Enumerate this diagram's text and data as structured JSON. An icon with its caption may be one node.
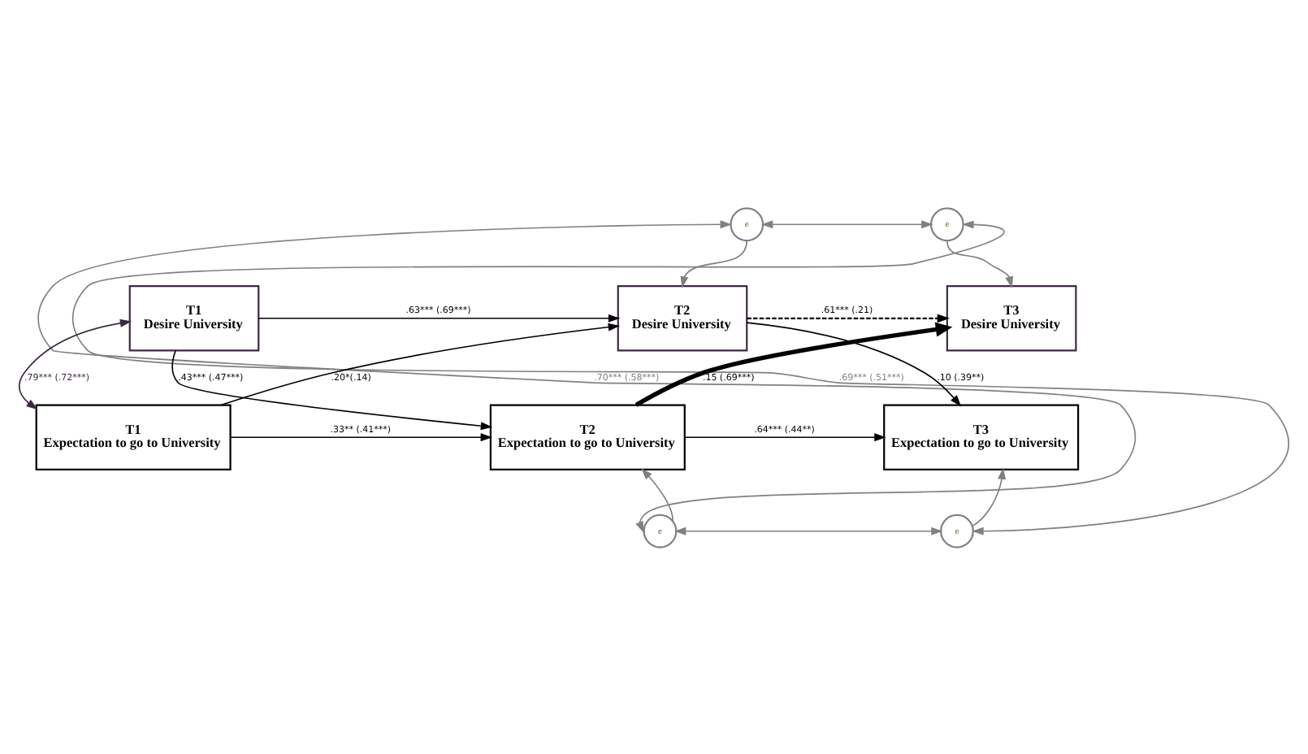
{
  "diagram": {
    "nodes": [
      {
        "text": [
          "e"
        ]
      },
      {
        "text": [
          "e"
        ]
      },
      {
        "text": [
          "T1",
          "Desire University"
        ]
      },
      {
        "text": [
          "T2",
          "Desire University"
        ]
      },
      {
        "text": [
          "T3",
          "Desire University"
        ]
      },
      {
        "text": [
          "T1",
          "Expectation to go to University"
        ]
      },
      {
        "text": [
          "T2",
          "Expectation to go to University"
        ]
      },
      {
        "text": [
          "T3",
          "Expectation to go to University"
        ]
      },
      {
        "text": [
          "e"
        ]
      },
      {
        "text": [
          "e"
        ]
      }
    ],
    "edges": [
      {
        "from": 0,
        "to": 1,
        "arrow": "both",
        "color": "#808080"
      },
      {
        "from": 0,
        "to": 3,
        "arrow": "to",
        "color": "#808080"
      },
      {
        "from": 1,
        "to": 4,
        "arrow": "to",
        "color": "#808080"
      },
      {
        "from": 2,
        "to": 5,
        "arrow": "both",
        "label": ".79*** (.72***)",
        "color": "#3c2a40"
      },
      {
        "from": 2,
        "to": 3,
        "arrow": "to",
        "label": ".63*** (.69***)",
        "color": "#000000"
      },
      {
        "from": 2,
        "to": 6,
        "arrow": "to",
        "label": ".43*** (.47***)",
        "color": "#000000"
      },
      {
        "from": 5,
        "to": 3,
        "arrow": "to",
        "label": ".20*(.14)",
        "color": "#000000"
      },
      {
        "from": 5,
        "to": 6,
        "arrow": "to",
        "label": ".33** (.41***)",
        "color": "#000000"
      },
      {
        "from": 3,
        "to": 4,
        "arrow": "to",
        "label": ".61*** (.21)",
        "style": "dashed",
        "color": "#000000"
      },
      {
        "from": 3,
        "to": 7,
        "arrow": "to",
        "label": ".10 (.39**)",
        "color": "#000000"
      },
      {
        "from": 6,
        "to": 4,
        "arrow": "to",
        "label": ".15 (.69***)",
        "style": "thick",
        "color": "#000000"
      },
      {
        "from": 6,
        "to": 7,
        "arrow": "to",
        "label": ".64*** (.44**)",
        "color": "#000000"
      },
      {
        "from": 0,
        "to": 8,
        "arrow": "both",
        "label": ".70*** (.58***)",
        "color": "#808080"
      },
      {
        "from": 1,
        "to": 9,
        "arrow": "both",
        "label": ".69*** (.51***)",
        "color": "#808080"
      },
      {
        "from": 8,
        "to": 6,
        "arrow": "to",
        "color": "#808080"
      },
      {
        "from": 9,
        "to": 7,
        "arrow": "to",
        "color": "#808080"
      },
      {
        "from": 8,
        "to": 9,
        "arrow": "both",
        "color": "#808080"
      }
    ]
  }
}
